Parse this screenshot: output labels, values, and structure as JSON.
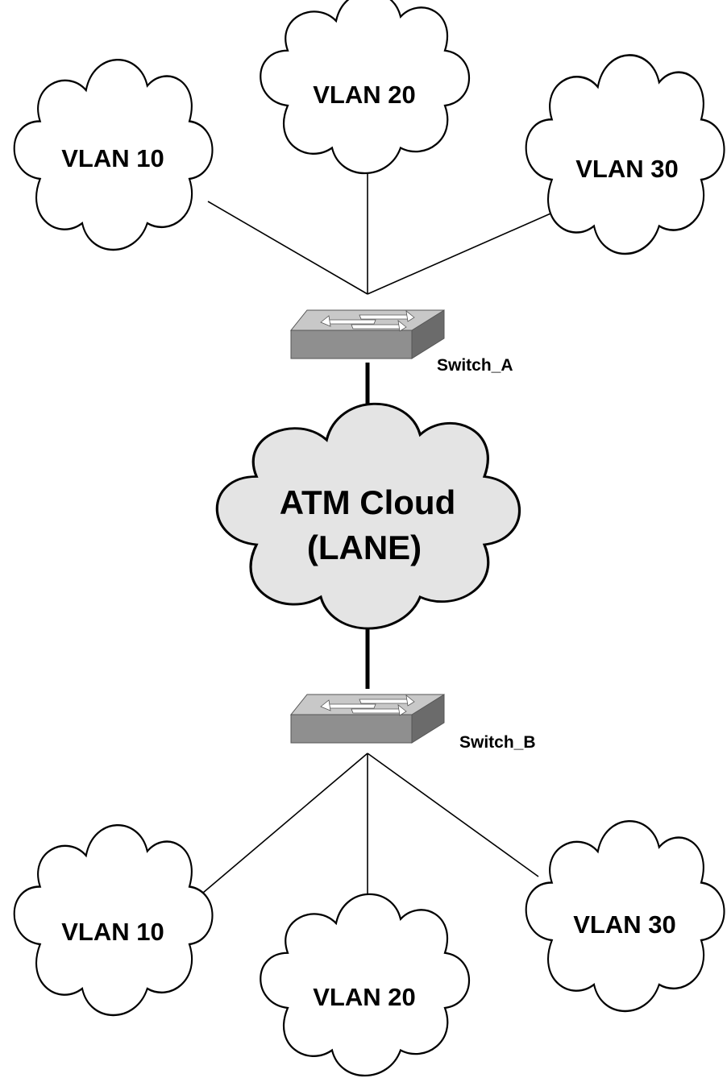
{
  "top_vlans": [
    {
      "label": "VLAN 10"
    },
    {
      "label": "VLAN 20"
    },
    {
      "label": "VLAN 30"
    }
  ],
  "bottom_vlans": [
    {
      "label": "VLAN 10"
    },
    {
      "label": "VLAN 20"
    },
    {
      "label": "VLAN 30"
    }
  ],
  "switch_a": {
    "label": "Switch_A"
  },
  "switch_b": {
    "label": "Switch_B"
  },
  "atm": {
    "line1": "ATM Cloud",
    "line2": "(LANE)"
  },
  "colors": {
    "atm_fill": "#e4e4e4",
    "switch_top": "#c8c8c8",
    "switch_front": "#8f8f8f",
    "switch_side": "#6b6b6b"
  }
}
